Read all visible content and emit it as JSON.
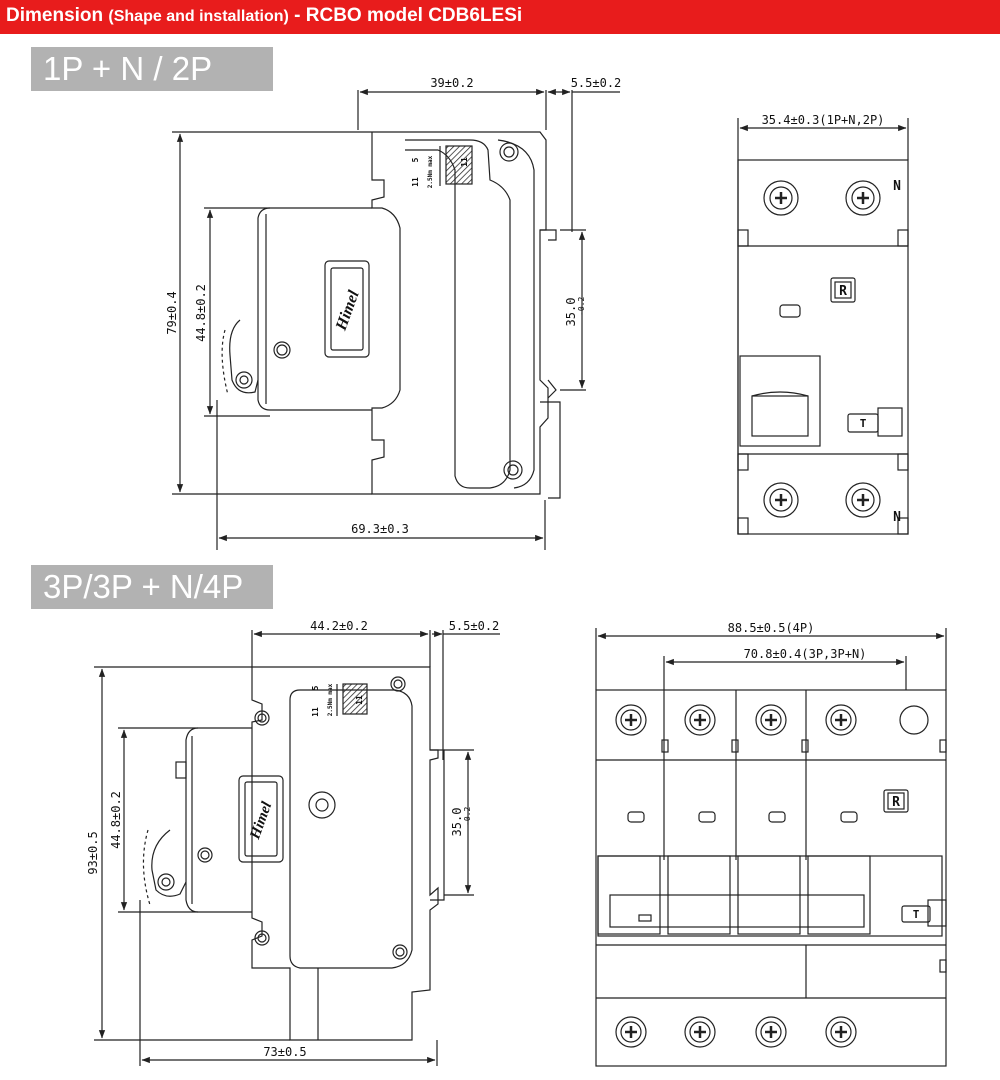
{
  "header": {
    "title_main": "Dimension",
    "title_paren": "(Shape and installation)",
    "title_rest": "- RCBO model CDB6LESi"
  },
  "sections": {
    "top": "1P + N / 2P",
    "bottom": "3P/3P + N/4P"
  },
  "logo_text": "Himel",
  "dims_top": {
    "d1": "39±0.2",
    "d2": "5.5±0.2",
    "d3": "79±0.4",
    "d4": "44.8±0.2",
    "d5": "35.0",
    "d5_tol": "-0.2",
    "d6": "69.3±0.3",
    "d7": "35.4±0.3(1P+N,2P)"
  },
  "dims_bottom": {
    "d1": "44.2±0.2",
    "d2": "5.5±0.2",
    "d3": "93±0.5",
    "d4": "44.8±0.2",
    "d5": "35.0",
    "d5_tol": "-0.2",
    "d6": "73±0.5",
    "d7": "88.5±0.5(4P)",
    "d8": "70.8±0.4(3P,3P+N)"
  },
  "terminal_label": {
    "n5": "5",
    "n11": "11",
    "strip": "2.5Nm max"
  },
  "front_labels": {
    "neutral": "N",
    "reset": "R",
    "test": "T"
  },
  "colors": {
    "header_bg": "#e81c1c",
    "tab_bg": "#b2b2b2",
    "line": "#222222"
  }
}
